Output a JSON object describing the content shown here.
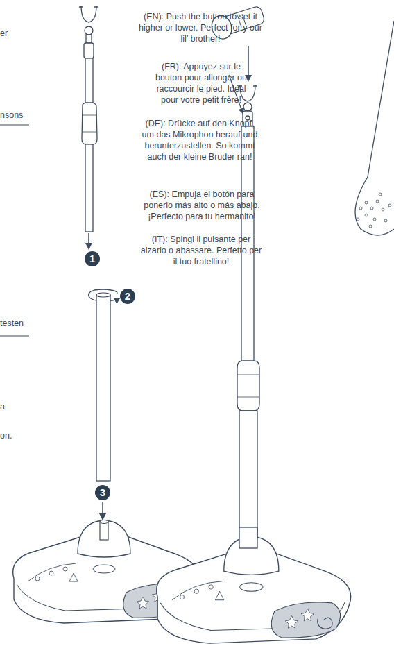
{
  "diagram": {
    "labels": [
      "er",
      "nsons",
      "testen",
      "a",
      "on.",
      "(EN): Push the button to set it higher or lower. Perfect for y our lil’ brother!",
      "(FR): Appuyez sur le bouton pour allonger ou raccourcir le pied. Idéal pour votre petit frère!",
      "(DE): Drücke auf den Knopf, um das Mikrophon herauf-und herunterzustellen. So kommt auch der kleine Bruder ran!",
      "(ES): Empuja el botón para ponerlo más alto o más abajo. ¡Perfecto para tu hermanito!",
      "(IT): Spingi il pulsante per alzarlo o abassare. Perfetto per il tuo fratellino!",
      "1",
      "2",
      "3"
    ]
  }
}
